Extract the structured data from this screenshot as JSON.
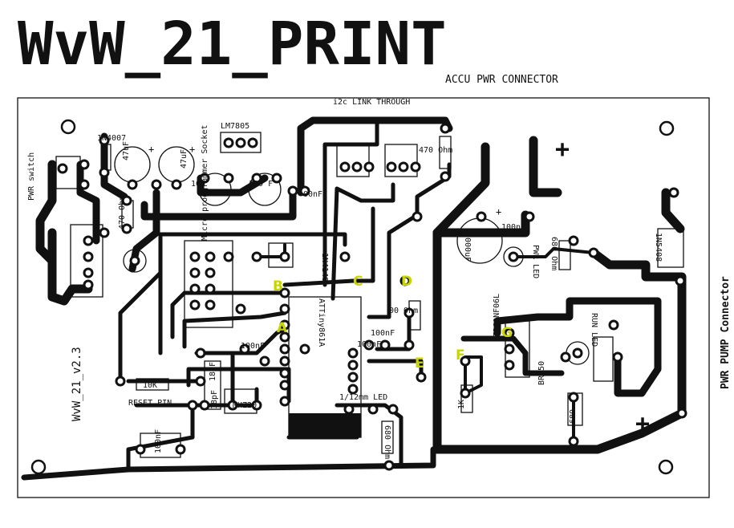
{
  "title": "WvW_21_PRINT",
  "header": {
    "connector_label": "ACCU PWR CONNECTOR"
  },
  "board": {
    "version_label": "WvW_21_v2.3",
    "side_label_left": "PWR switch",
    "side_label_right": "PWR PUMP Connector",
    "top_label": "i2c LINK THROUGH"
  },
  "components": {
    "regulator": "LM7805",
    "diode_1": "1N4007",
    "cap_47uf_a": "47uF",
    "cap_47uf_b": "47uF",
    "res_470": "470 Ohm",
    "cap_100_a": "100",
    "cap_100_b": "100 F",
    "cap_nf": "00nF",
    "micro_socket": "Micro proggrammer Socket",
    "diode_signal": "1N4148",
    "res_470_top": "470 Ohm",
    "cap_1000uf": "1000uF",
    "cap_100nf_top": "100nF",
    "pwr_led": "PWR LED",
    "res_680_top": "680 Ohm",
    "diode_power": "1N5408",
    "mosfet": "TP60NF06L",
    "mcu": "ATTiny861A",
    "res_100_ohm": "00 Ohm",
    "cap_100nf_mid": "100nF",
    "cap_100nf_mid2": "100nF",
    "cap_100nf_left": "100nF",
    "res_10k": "10K",
    "cap_8pf_a": "18pF",
    "cap_8pf_b": "18pF",
    "crystal": "MHZ20",
    "reset_pin": "RESET PIN",
    "cap_100nf_reset": "100nF",
    "run_led": "RUN LED",
    "res_run": "BR350",
    "res_680_low": "680",
    "res_1k": "1K",
    "led_17": "1/12mm LED",
    "res_680_vert": "680 Ohm"
  },
  "test_points": [
    "A",
    "B",
    "C",
    "D",
    "E",
    "F",
    "G"
  ],
  "polarity": {
    "plus": "+"
  },
  "colors": {
    "copper": "#111111",
    "background": "#ffffff",
    "test_point": "#c8d400"
  }
}
